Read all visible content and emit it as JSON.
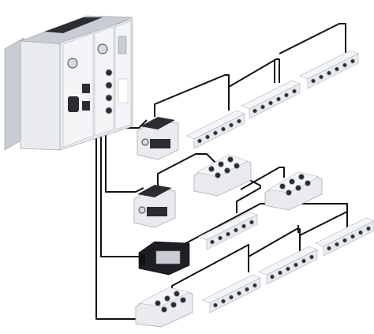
{
  "diagram": {
    "background": "#ffffff",
    "colors": {
      "cable": "#111111",
      "module_light": "#e9ebee",
      "module_mid": "#c9cdd3",
      "module_dark": "#8e949c",
      "device_dark": "#1e1f22",
      "connector": "#2b2d31",
      "port_ring": "#9aa1a9"
    },
    "components": [
      {
        "name": "controller-cpx-terminal",
        "kind": "controller"
      },
      {
        "name": "io-module-gray-top",
        "kind": "io-module"
      },
      {
        "name": "io-module-gray-middle",
        "kind": "io-module"
      },
      {
        "name": "io-module-black",
        "kind": "io-module"
      },
      {
        "name": "hub-module-bottom",
        "kind": "hub"
      },
      {
        "name": "hub-module-middle",
        "kind": "hub"
      },
      {
        "name": "hub-module-right",
        "kind": "hub"
      },
      {
        "name": "sensor-strip-1",
        "kind": "strip"
      },
      {
        "name": "sensor-strip-2",
        "kind": "strip"
      },
      {
        "name": "sensor-strip-3",
        "kind": "strip"
      },
      {
        "name": "sensor-strip-4",
        "kind": "strip"
      },
      {
        "name": "sensor-strip-5",
        "kind": "strip"
      },
      {
        "name": "sensor-strip-6",
        "kind": "strip"
      },
      {
        "name": "sensor-strip-7",
        "kind": "strip"
      }
    ]
  }
}
